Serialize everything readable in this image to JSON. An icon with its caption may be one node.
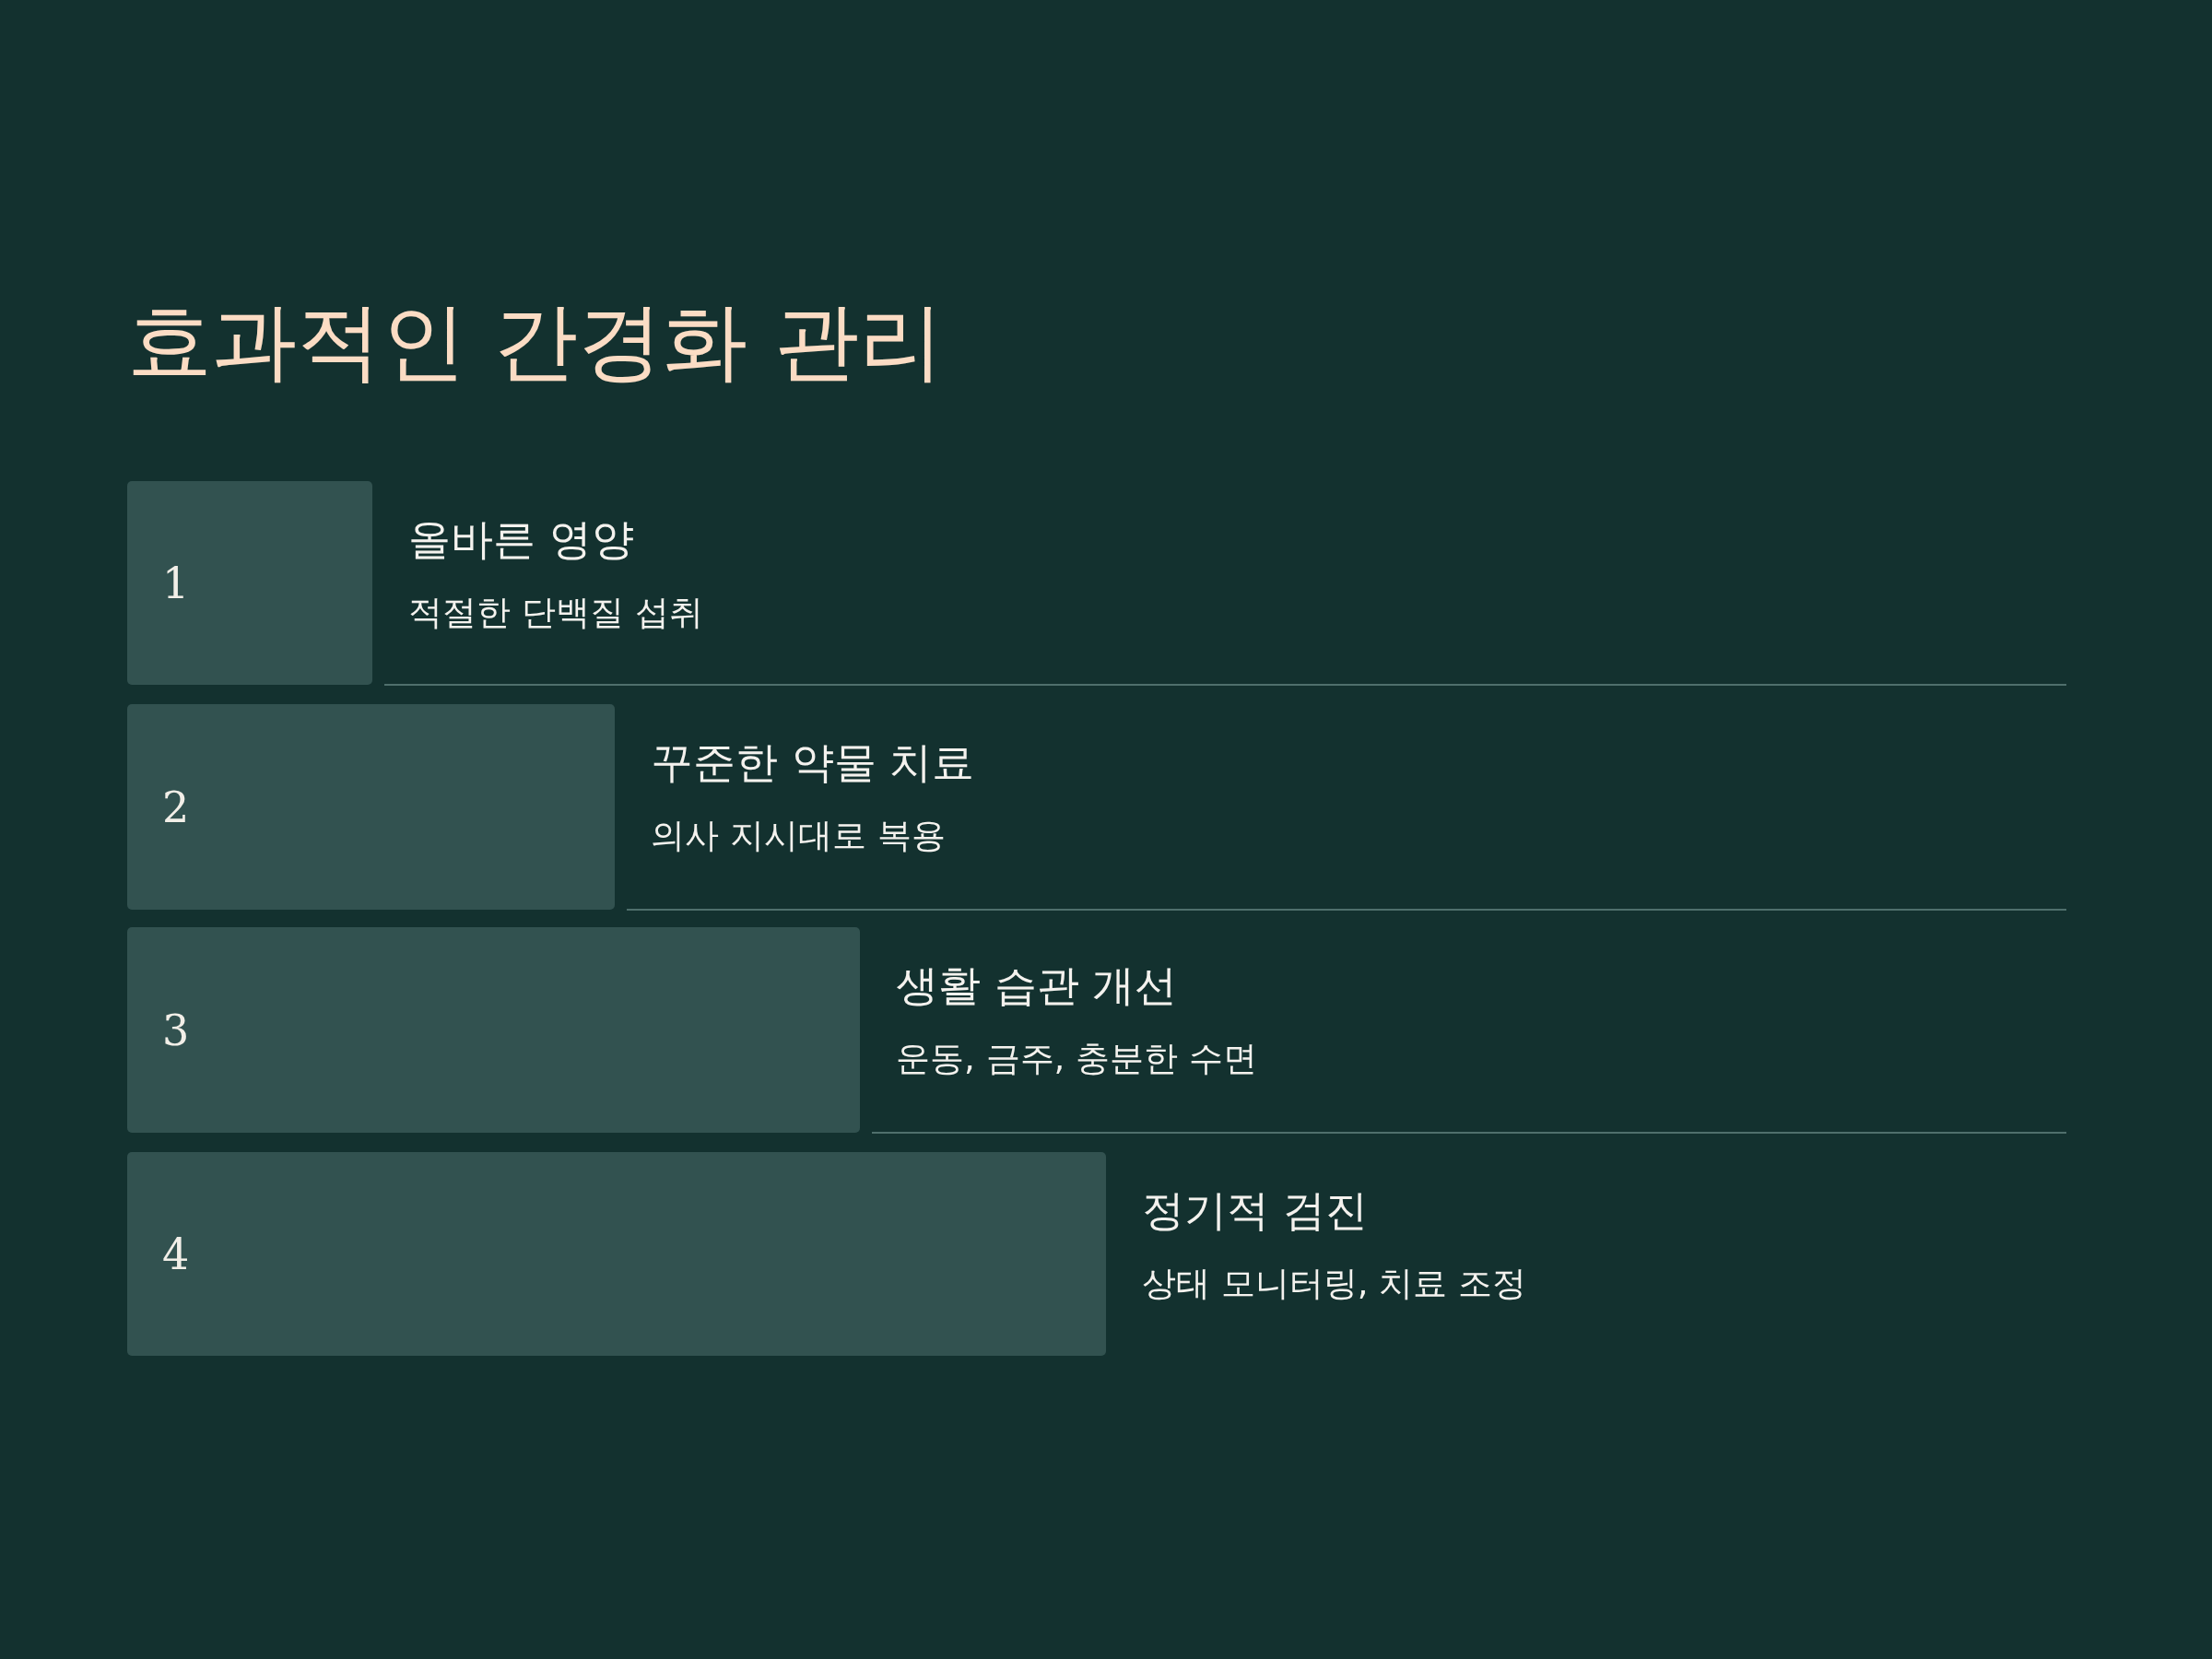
{
  "diagram": {
    "title": "효과적인 간경화 관리",
    "nodes": [
      {
        "text": [
          "1"
        ],
        "beside": [
          "올바른 영양",
          "적절한 단백질 섭취"
        ]
      },
      {
        "text": [
          "2"
        ],
        "beside": [
          "꾸준한 약물 치료",
          "의사 지시대로 복용"
        ]
      },
      {
        "text": [
          "3"
        ],
        "beside": [
          "생활 습관 개선",
          "운동, 금주, 충분한 수면"
        ]
      },
      {
        "text": [
          "4"
        ],
        "beside": [
          "정기적 검진",
          "상태 모니터링, 치료 조정"
        ]
      }
    ]
  }
}
